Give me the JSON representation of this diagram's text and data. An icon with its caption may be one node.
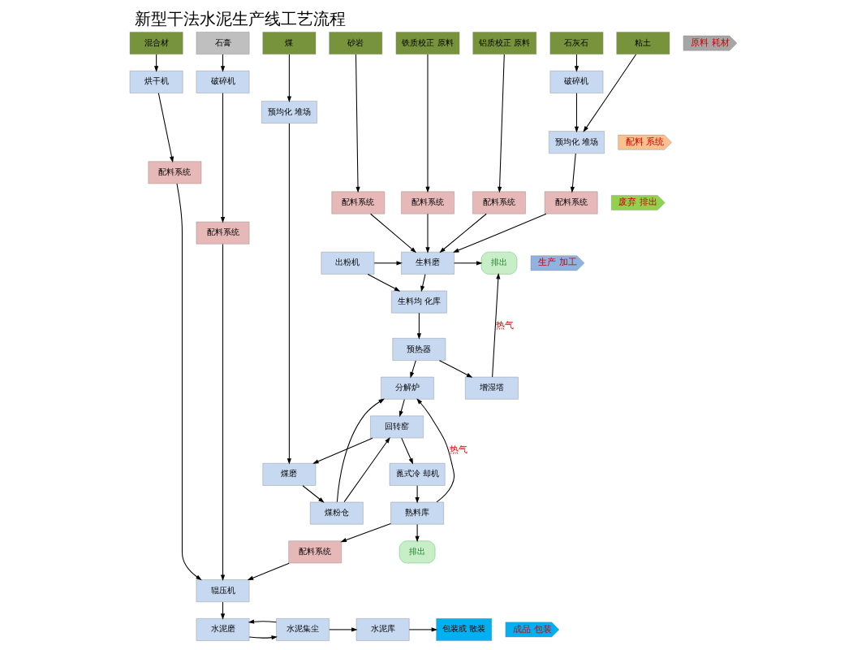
{
  "diagram": {
    "title": "新型干法水泥生产线工艺流程",
    "nodes": [
      {
        "text": [
          "石灰石"
        ]
      },
      {
        "text": [
          "粘土"
        ]
      },
      {
        "text": [
          "砂岩"
        ]
      },
      {
        "text": [
          "铁质校正 原料"
        ]
      },
      {
        "text": [
          "铝质校正 原料"
        ]
      },
      {
        "text": [
          "煤"
        ]
      },
      {
        "text": [
          "混合材"
        ]
      },
      {
        "text": [
          "石膏"
        ]
      },
      {
        "text": [
          "破碎机"
        ]
      },
      {
        "text": [
          "预均化 堆场"
        ]
      },
      {
        "text": [
          "配料系统"
        ]
      },
      {
        "text": [
          "配料系统"
        ]
      },
      {
        "text": [
          "配料系统"
        ]
      },
      {
        "text": [
          "配料系统"
        ]
      },
      {
        "text": [
          "预均化 堆场"
        ]
      },
      {
        "text": [
          "煤磨"
        ]
      },
      {
        "text": [
          "煤粉仓"
        ]
      },
      {
        "text": [
          "烘干机"
        ]
      },
      {
        "text": [
          "破碎机"
        ]
      },
      {
        "text": [
          "配料系统"
        ]
      },
      {
        "text": [
          "配料系统"
        ]
      },
      {
        "text": [
          "排出"
        ]
      },
      {
        "text": [
          "生料磨"
        ]
      },
      {
        "text": [
          "出粉机"
        ]
      },
      {
        "text": [
          "增湿塔"
        ]
      },
      {
        "text": [
          "生料均 化库"
        ]
      },
      {
        "text": [
          "预热器"
        ]
      },
      {
        "text": [
          "分解炉"
        ]
      },
      {
        "text": [
          "蓖式冷 却机"
        ]
      },
      {
        "text": [
          "回转窑"
        ]
      },
      {
        "text": [
          "熟料库"
        ]
      },
      {
        "text": [
          "配料系统"
        ]
      },
      {
        "text": [
          "辊压机"
        ]
      },
      {
        "text": [
          "排出"
        ]
      },
      {
        "text": [
          "包装或 散装"
        ]
      },
      {
        "text": [
          "水泥库"
        ]
      },
      {
        "text": [
          "水泥集尘"
        ]
      },
      {
        "text": [
          "水泥磨"
        ]
      },
      {
        "text": [
          "原料 耗材"
        ]
      },
      {
        "text": [
          "配料 系统"
        ]
      },
      {
        "text": [
          "废弃 排出"
        ]
      },
      {
        "text": [
          "生产 加工"
        ]
      },
      {
        "text": [
          "成品 包装"
        ]
      }
    ],
    "edges": [
      {
        "from": 0,
        "to": 8,
        "arrow": "to"
      },
      {
        "from": 8,
        "to": 9,
        "arrow": "to"
      },
      {
        "from": 1,
        "to": 9,
        "arrow": "to"
      },
      {
        "from": 9,
        "to": 10,
        "arrow": "to"
      },
      {
        "from": 2,
        "to": 11,
        "arrow": "to"
      },
      {
        "from": 3,
        "to": 12,
        "arrow": "to"
      },
      {
        "from": 4,
        "to": 13,
        "arrow": "to"
      },
      {
        "from": 5,
        "to": 14,
        "arrow": "to"
      },
      {
        "from": 14,
        "to": 15,
        "arrow": "to"
      },
      {
        "from": 15,
        "to": 16,
        "arrow": "to"
      },
      {
        "from": 6,
        "to": 17,
        "arrow": "to"
      },
      {
        "from": 17,
        "to": 19,
        "arrow": "to"
      },
      {
        "from": 7,
        "to": 18,
        "arrow": "to"
      },
      {
        "from": 18,
        "to": 20,
        "arrow": "to"
      },
      {
        "from": 10,
        "to": 22,
        "arrow": "to"
      },
      {
        "from": 11,
        "to": 22,
        "arrow": "to"
      },
      {
        "from": 12,
        "to": 22,
        "arrow": "to"
      },
      {
        "from": 13,
        "to": 22,
        "arrow": "to"
      },
      {
        "from": 23,
        "to": 22,
        "arrow": "to"
      },
      {
        "from": 22,
        "to": 21,
        "arrow": "to"
      },
      {
        "from": 24,
        "to": 21,
        "arrow": "to",
        "label": "热气"
      },
      {
        "from": 22,
        "to": 25,
        "arrow": "to"
      },
      {
        "from": 23,
        "to": 25,
        "arrow": "to"
      },
      {
        "from": 25,
        "to": 26,
        "arrow": "to"
      },
      {
        "from": 26,
        "to": 24,
        "arrow": "to"
      },
      {
        "from": 26,
        "to": 27,
        "arrow": "to"
      },
      {
        "from": 16,
        "to": 27,
        "arrow": "to"
      },
      {
        "from": 16,
        "to": 29,
        "arrow": "to"
      },
      {
        "from": 27,
        "to": 29,
        "arrow": "to"
      },
      {
        "from": 29,
        "to": 28,
        "arrow": "to"
      },
      {
        "from": 29,
        "to": 15,
        "arrow": "to"
      },
      {
        "from": 28,
        "to": 30,
        "arrow": "to"
      },
      {
        "from": 30,
        "to": 27,
        "arrow": "to",
        "label": "热气"
      },
      {
        "from": 30,
        "to": 31,
        "arrow": "to"
      },
      {
        "from": 30,
        "to": 33,
        "arrow": "to"
      },
      {
        "from": 31,
        "to": 32,
        "arrow": "to"
      },
      {
        "from": 19,
        "to": 32,
        "arrow": "to"
      },
      {
        "from": 20,
        "to": 32,
        "arrow": "to"
      },
      {
        "from": 32,
        "to": 37,
        "arrow": "to"
      },
      {
        "from": 37,
        "to": 36,
        "arrow": "to"
      },
      {
        "from": 36,
        "to": 37,
        "arrow": "to"
      },
      {
        "from": 36,
        "to": 35,
        "arrow": "to"
      },
      {
        "from": 35,
        "to": 34,
        "arrow": "to"
      }
    ]
  }
}
